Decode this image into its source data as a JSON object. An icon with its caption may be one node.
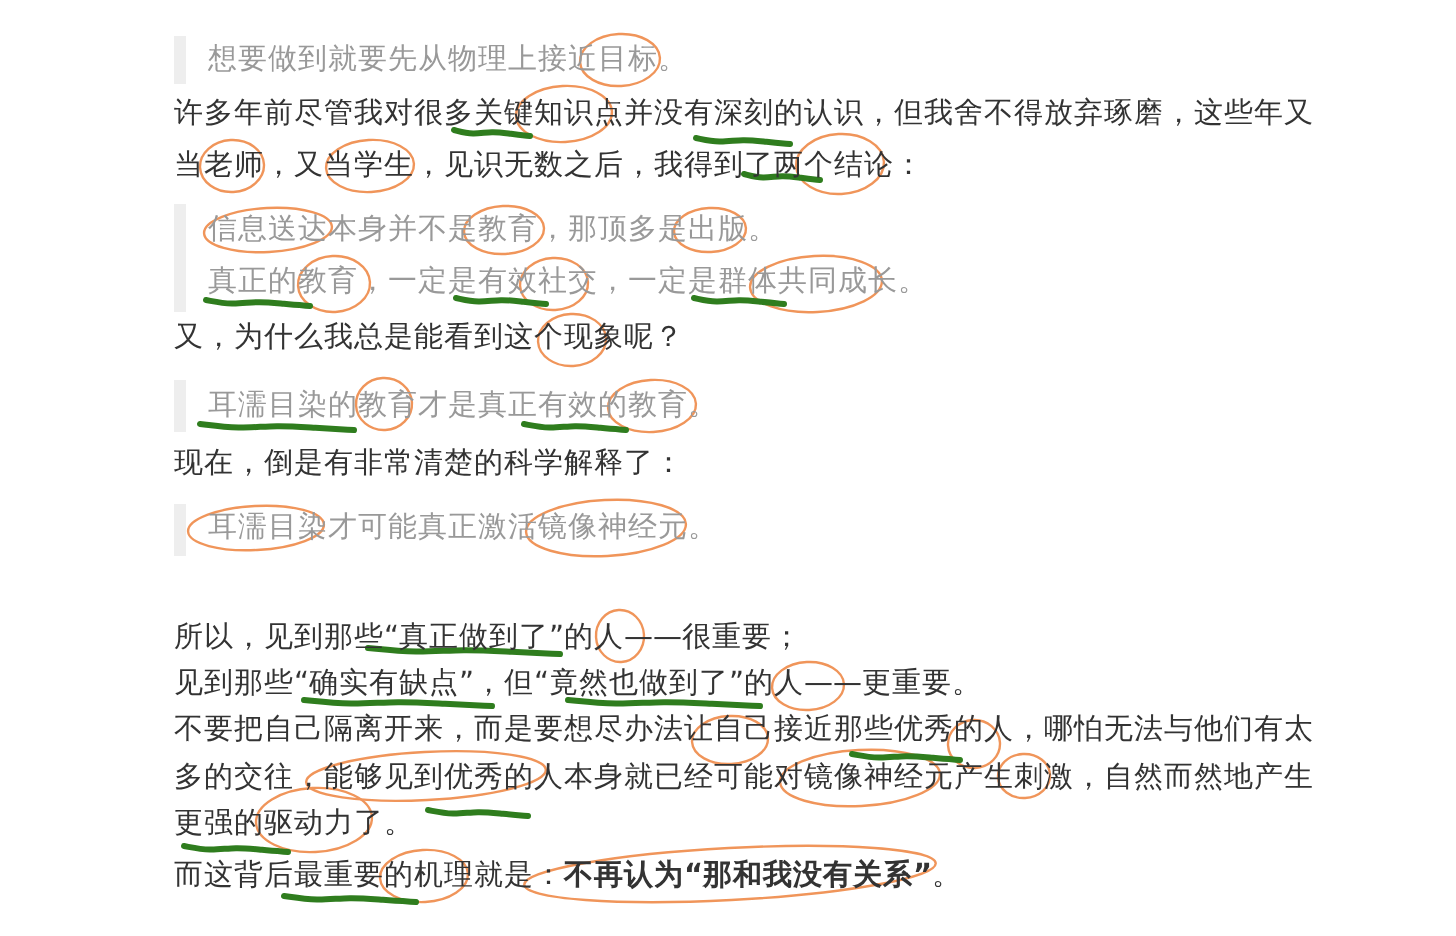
{
  "diagram": {
    "labels": [
      "想要做到就要先从物理上接近目标。",
      "许多年前尽管我对很多关键知识点并没有深刻的认识，但我舍不得放弃琢磨，这些年又当老师，又当学生，见识无数之后，我得到了两个结论：",
      "信息送达本身并不是教育，那顶多是出版。",
      "真正的教育，一定是有效社交，一定是群体共同成长。",
      "又，为什么我总是能看到这个现象呢？",
      "耳濡目染的教育才是真正有效的教育。",
      "现在，倒是有非常清楚的科学解释了：",
      "耳濡目染才可能真正激活镜像神经元。",
      "所以，见到那些“真正做到了”的人——很重要；",
      "见到那些“确实有缺点”，但“竟然也做到了”的人——更重要。",
      "不要把自己隔离开来，而是要想尽办法让自己接近那些优秀的人，哪怕无法与他们有太多的交往，能够见到优秀的人本身就已经可能对镜像神经元产生刺激，自然而然地产生更强的驱动力了。",
      "而这背后最重要的机理就是：**不再认为“那和我没有关系”**。"
    ]
  }
}
